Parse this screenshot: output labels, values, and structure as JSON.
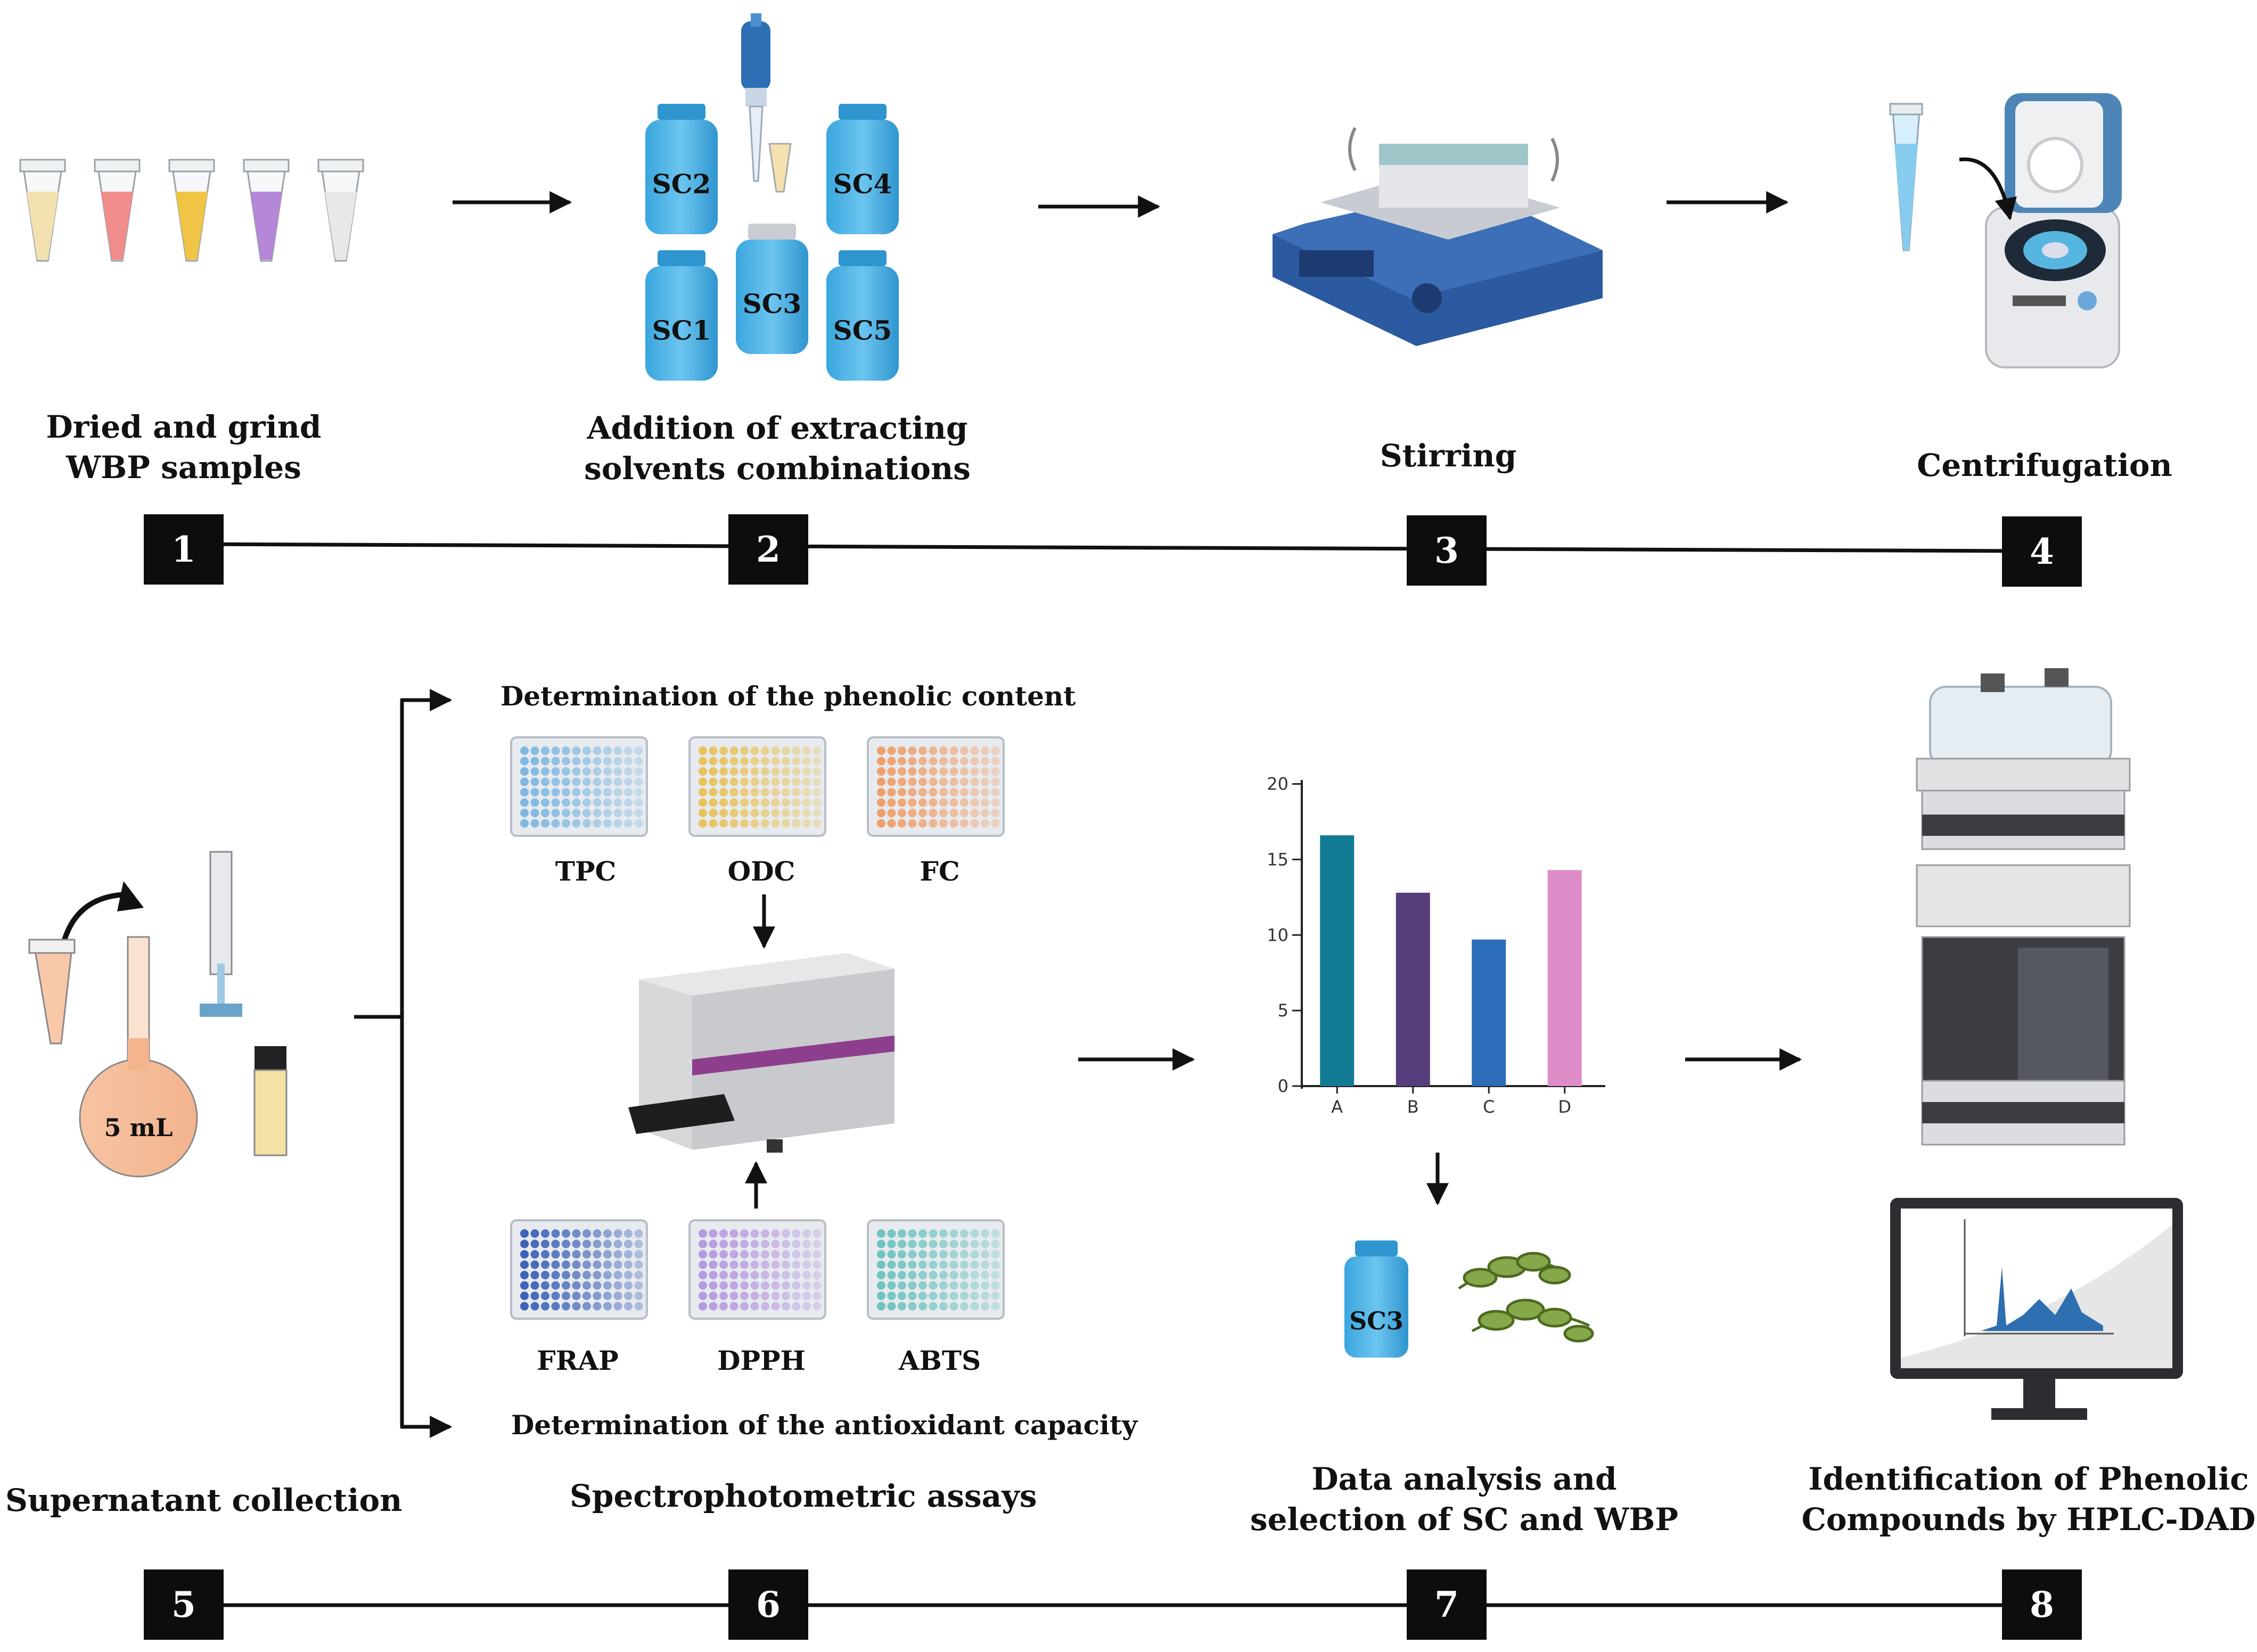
{
  "steps": [
    {
      "number": "1",
      "label_lines": [
        "Dried and grind",
        "WBP samples"
      ]
    },
    {
      "number": "2",
      "label_lines": [
        "Addition of extracting",
        "solvents combinations"
      ]
    },
    {
      "number": "3",
      "label_lines": [
        "Stirring"
      ]
    },
    {
      "number": "4",
      "label_lines": [
        "Centrifugation"
      ]
    },
    {
      "number": "5",
      "label_lines": [
        "Supernatant collection"
      ]
    },
    {
      "number": "6",
      "label_lines": [
        "Spectrophotometric assays"
      ]
    },
    {
      "number": "7",
      "label_lines": [
        "Data analysis and",
        "selection of SC and WBP"
      ]
    },
    {
      "number": "8",
      "label_lines": [
        "Identification of Phenolic",
        "Compounds by HPLC-DAD"
      ]
    }
  ],
  "solvent_bottles": [
    "SC1",
    "SC2",
    "SC3",
    "SC4",
    "SC5"
  ],
  "sample_tube_colors": [
    "#f3e1b0",
    "#f08c8c",
    "#f0c445",
    "#b487d8",
    "#e8e8e8"
  ],
  "flask_label": "5 mL",
  "phenolic_header": "Determination of the phenolic content",
  "antioxidant_header": "Determination of the antioxidant capacity",
  "phenolic_assays": [
    {
      "name": "TPC",
      "color": "#7fb8e0"
    },
    {
      "name": "ODC",
      "color": "#e8c25a"
    },
    {
      "name": "FC",
      "color": "#ef9f6a"
    }
  ],
  "antioxidant_assays": [
    {
      "name": "FRAP",
      "color": "#3e63b8"
    },
    {
      "name": "DPPH",
      "color": "#b59ae0"
    },
    {
      "name": "ABTS",
      "color": "#6fc4c0"
    }
  ],
  "selected_solvent": "SC3",
  "chart_data": {
    "type": "bar",
    "categories": [
      "A",
      "B",
      "C",
      "D"
    ],
    "values": [
      16.6,
      12.8,
      9.7,
      14.3
    ],
    "colors": [
      "#137a94",
      "#563d7c",
      "#2b6db8",
      "#dd8cc8"
    ],
    "yticks": [
      0,
      5,
      10,
      15,
      20
    ],
    "ylim": [
      0,
      21.5
    ],
    "title": "",
    "xlabel": "",
    "ylabel": "",
    "grid": false
  }
}
